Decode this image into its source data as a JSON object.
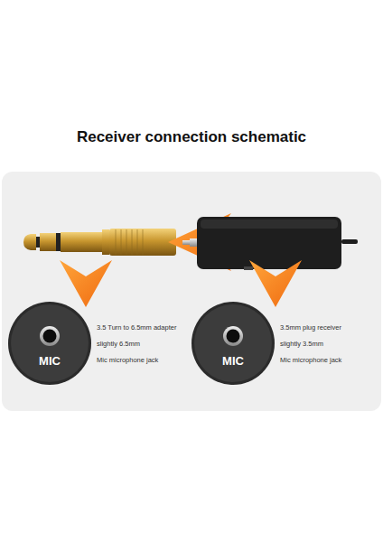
{
  "diagram": {
    "title": "Receiver connection schematic",
    "nodes": [
      {
        "text": [
          "MIC"
        ]
      },
      {
        "text": [
          "MIC"
        ]
      }
    ],
    "labels": [
      "3.5 Turn to 6.5mm adapter",
      "slightly 6.5mm",
      "Mic microphone jack",
      "3.5mm plug receiver",
      "slightly 3.5mm",
      "Mic microphone jack"
    ]
  }
}
